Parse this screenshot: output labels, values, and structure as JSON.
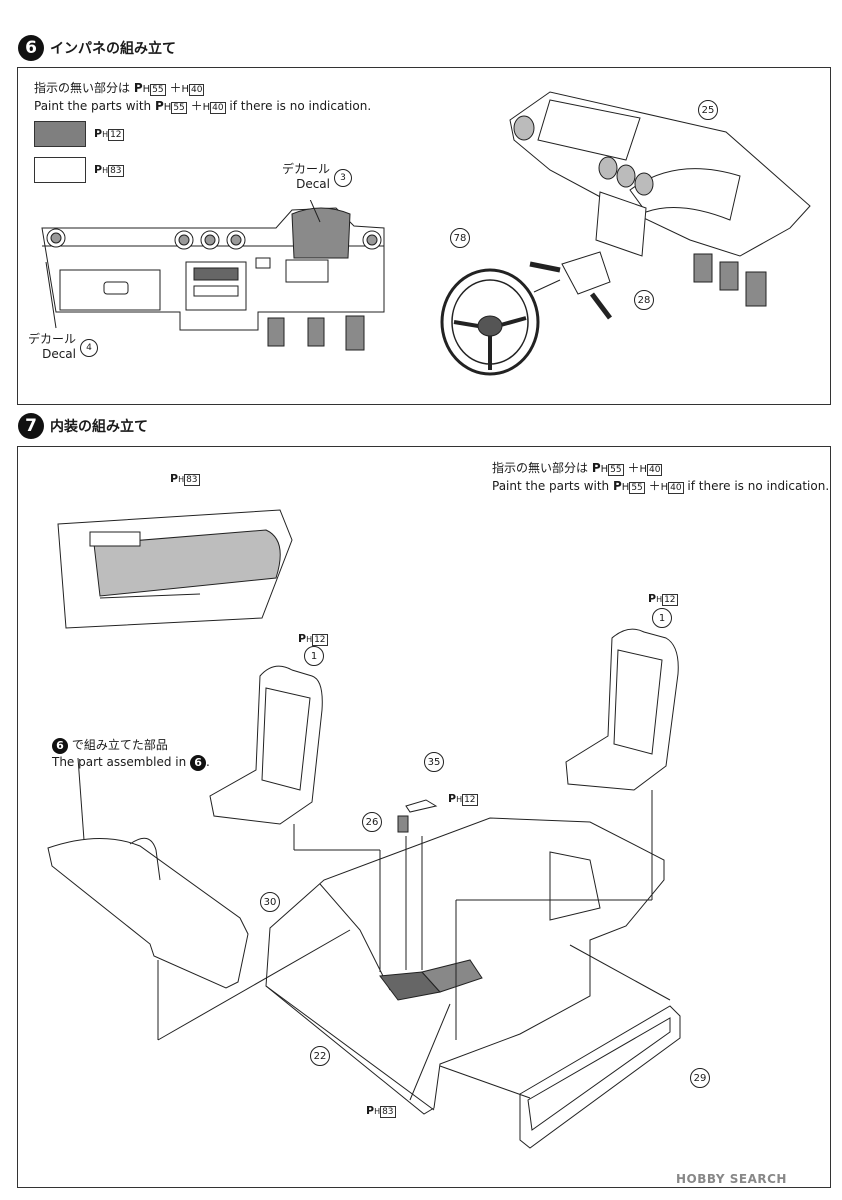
{
  "step6": {
    "number": "6",
    "title": "インパネの組み立て",
    "note_jp": "指示の無い部分は",
    "note_en": "Paint the parts with",
    "note_en_suffix": "if there is no indication.",
    "paint_main": "55",
    "paint_sub": "40",
    "swatch_dark_code": "12",
    "swatch_light_code": "83",
    "decal3_jp": "デカール",
    "decal3_en": "Decal",
    "decal3_num": "3",
    "decal4_jp": "デカール",
    "decal4_en": "Decal",
    "decal4_num": "4",
    "part_25": "25",
    "part_78": "78",
    "part_28": "28"
  },
  "step7": {
    "number": "7",
    "title": "内装の組み立て",
    "note_jp": "指示の無い部分は",
    "note_en": "Paint the parts with",
    "note_en_suffix": "if there is no indication.",
    "paint_main": "55",
    "paint_sub": "40",
    "door_paint": "83",
    "seat_left_paint": "12",
    "seat_right_paint": "12",
    "shift_paint": "12",
    "console_paint": "83",
    "assembled_jp": "で組み立てた部品",
    "assembled_en": "The part assembled in",
    "assembled_ref": "6",
    "part_1a": "1",
    "part_1b": "1",
    "part_35": "35",
    "part_26": "26",
    "part_30": "30",
    "part_22": "22",
    "part_29": "29"
  },
  "watermark": "HOBBY SEARCH",
  "colors": {
    "dark_swatch": "#7f7f7f",
    "light_swatch": "#ffffff",
    "outline": "#222222"
  }
}
